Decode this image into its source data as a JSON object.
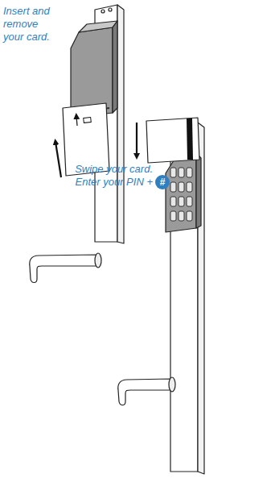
{
  "diagram": {
    "labels": [
      "Insert and remove your card.",
      "Swipe your card. Enter your PIN +",
      "#"
    ]
  }
}
